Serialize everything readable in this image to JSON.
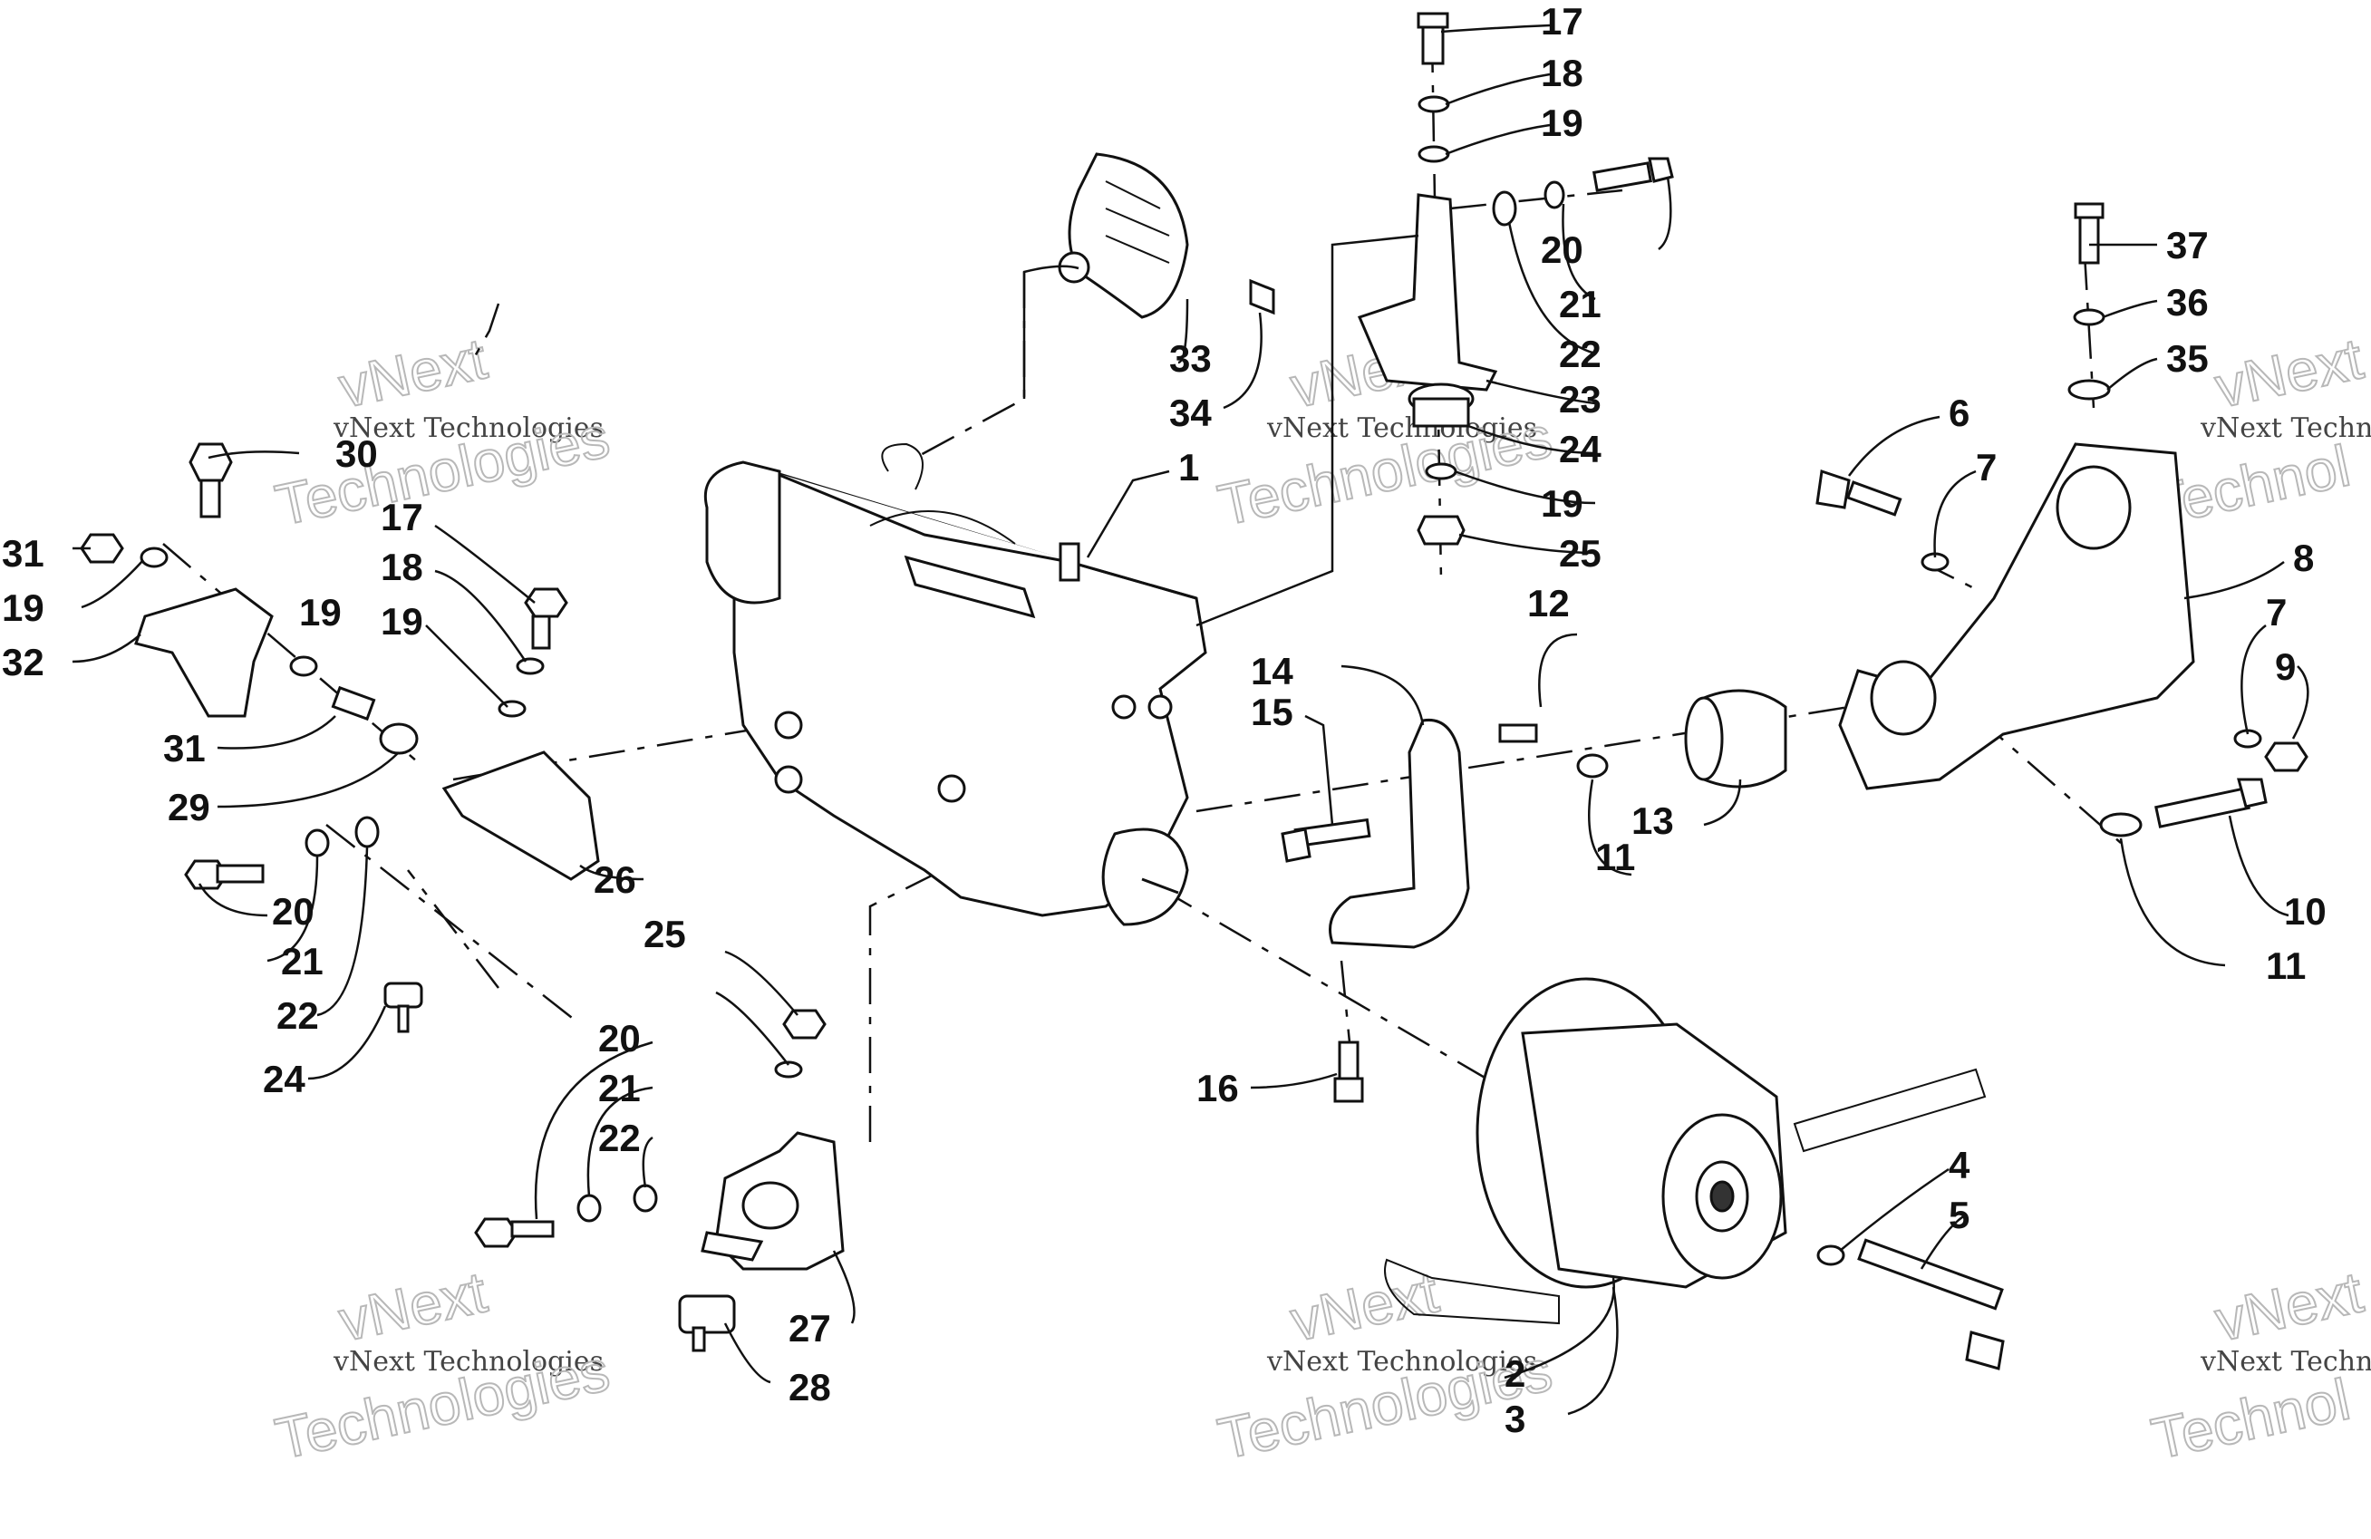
{
  "diagram": {
    "labels": [
      "1",
      "2",
      "3",
      "4",
      "5",
      "6",
      "7",
      "7",
      "8",
      "9",
      "10",
      "11",
      "11",
      "12",
      "13",
      "14",
      "15",
      "16",
      "17",
      "17",
      "18",
      "18",
      "19",
      "19",
      "19",
      "19",
      "19",
      "20",
      "20",
      "20",
      "21",
      "21",
      "21",
      "22",
      "22",
      "22",
      "23",
      "24",
      "24",
      "25",
      "25",
      "26",
      "27",
      "28",
      "29",
      "30",
      "31",
      "31",
      "32",
      "33",
      "34",
      "35",
      "36",
      "37"
    ],
    "watermarks": {
      "company": "vNext",
      "full": "vNext Technologies",
      "word": "Technologies",
      "partial_full": "vNext Techn",
      "partial_word": "Technol"
    }
  }
}
